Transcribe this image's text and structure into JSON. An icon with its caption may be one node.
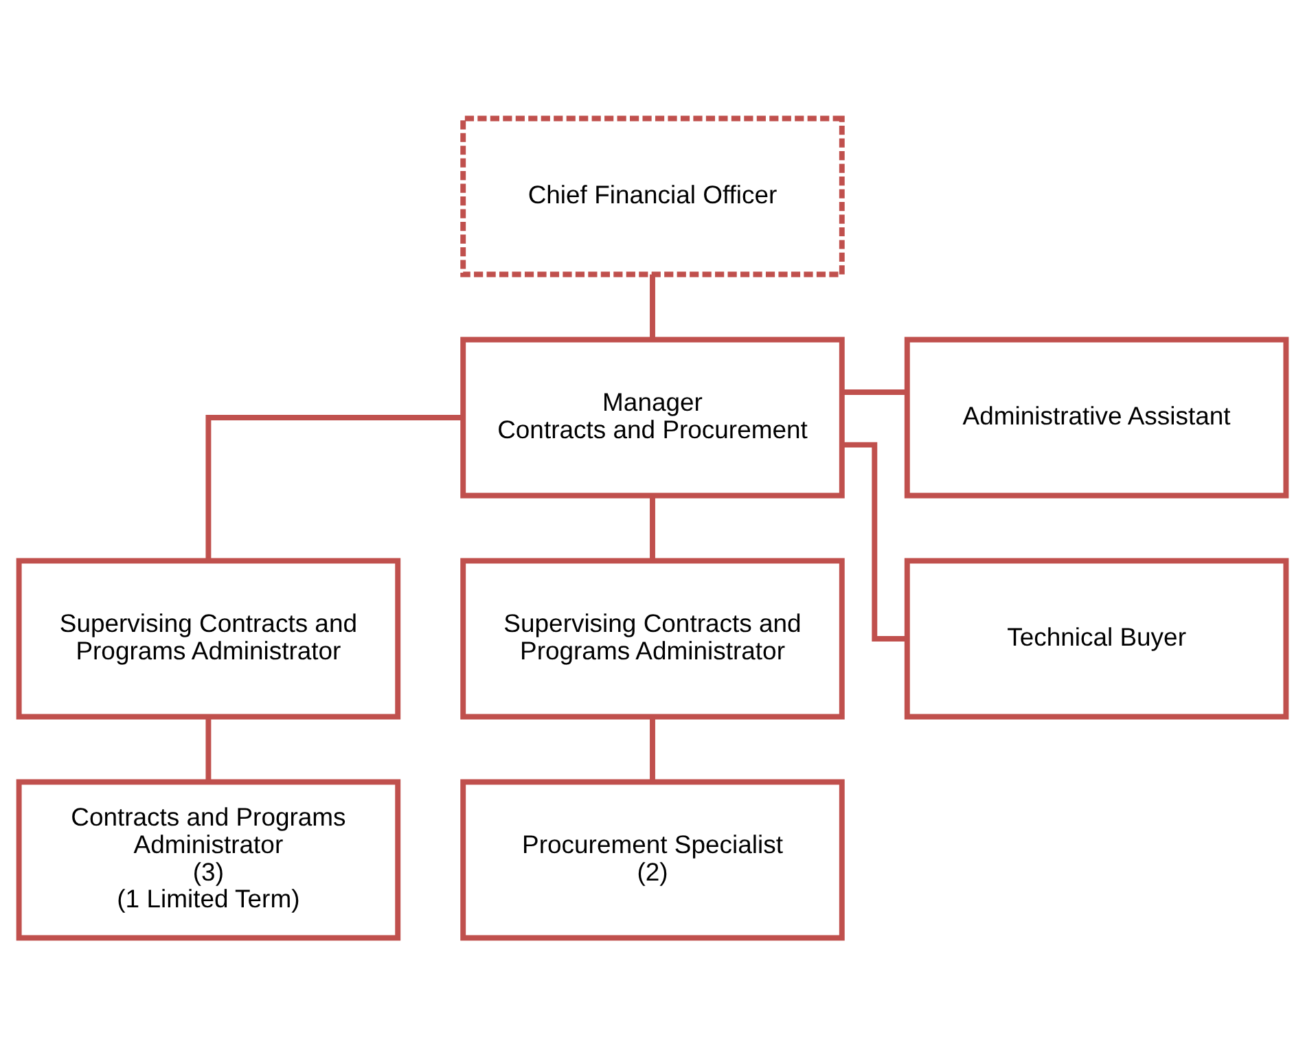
{
  "diagram": {
    "nodes": [
      {
        "text": [
          "Chief Financial Officer"
        ]
      },
      {
        "text": [
          "Manager Contracts and Procurement"
        ]
      },
      {
        "text": [
          "Administrative Assistant"
        ]
      },
      {
        "text": [
          "Supervising Contracts and Programs Administrator"
        ]
      },
      {
        "text": [
          "Supervising Contracts and Programs Administrator"
        ]
      },
      {
        "text": [
          "Technical Buyer"
        ]
      },
      {
        "text": [
          "Contracts and Programs Administrator",
          "(3)",
          "(1 Limited Term)"
        ]
      },
      {
        "text": [
          "Procurement Specialist",
          "(2)"
        ]
      }
    ],
    "edges": [
      {
        "from": 0,
        "to": 1,
        "arrow": "none"
      },
      {
        "from": 1,
        "to": 2,
        "arrow": "none"
      },
      {
        "from": 1,
        "to": 3,
        "arrow": "none"
      },
      {
        "from": 1,
        "to": 4,
        "arrow": "none"
      },
      {
        "from": 1,
        "to": 5,
        "arrow": "none"
      },
      {
        "from": 3,
        "to": 6,
        "arrow": "none"
      },
      {
        "from": 4,
        "to": 7,
        "arrow": "none"
      }
    ]
  }
}
